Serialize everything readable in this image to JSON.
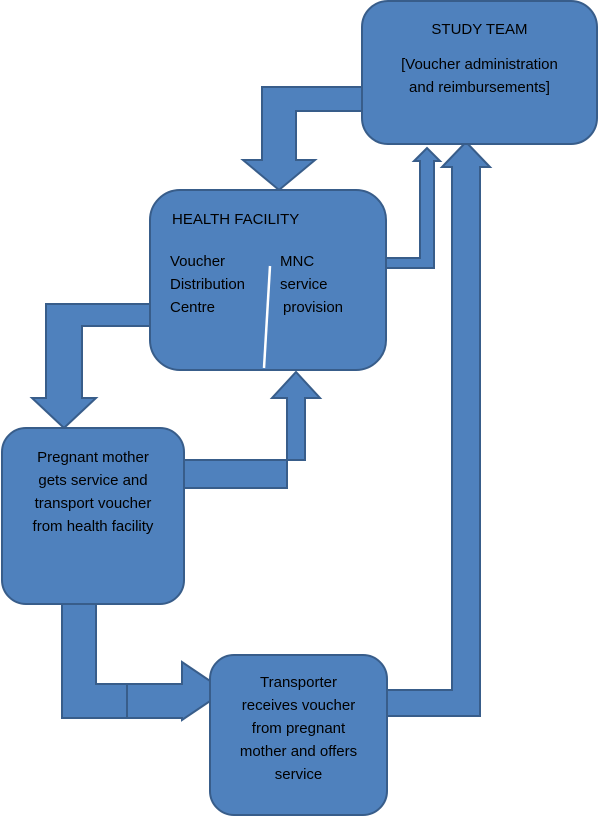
{
  "colors": {
    "fill": "#4f81bd",
    "stroke": "#385d8a",
    "background": "#ffffff",
    "text": "#000000"
  },
  "nodes": {
    "study_team": {
      "title": "STUDY TEAM",
      "lines": [
        "[Voucher administration",
        "and reimbursements]"
      ]
    },
    "health_facility": {
      "title": "HEALTH FACILITY",
      "left_lines": [
        "Voucher",
        "Distribution",
        "Centre"
      ],
      "right_lines": [
        "MNC",
        "service",
        "provision"
      ]
    },
    "pregnant_mother": {
      "lines": [
        "Pregnant mother",
        "gets service and",
        "transport voucher",
        "from health facility"
      ]
    },
    "transporter": {
      "lines": [
        "Transporter",
        "receives voucher",
        "from pregnant",
        "mother and offers",
        "service"
      ]
    }
  }
}
